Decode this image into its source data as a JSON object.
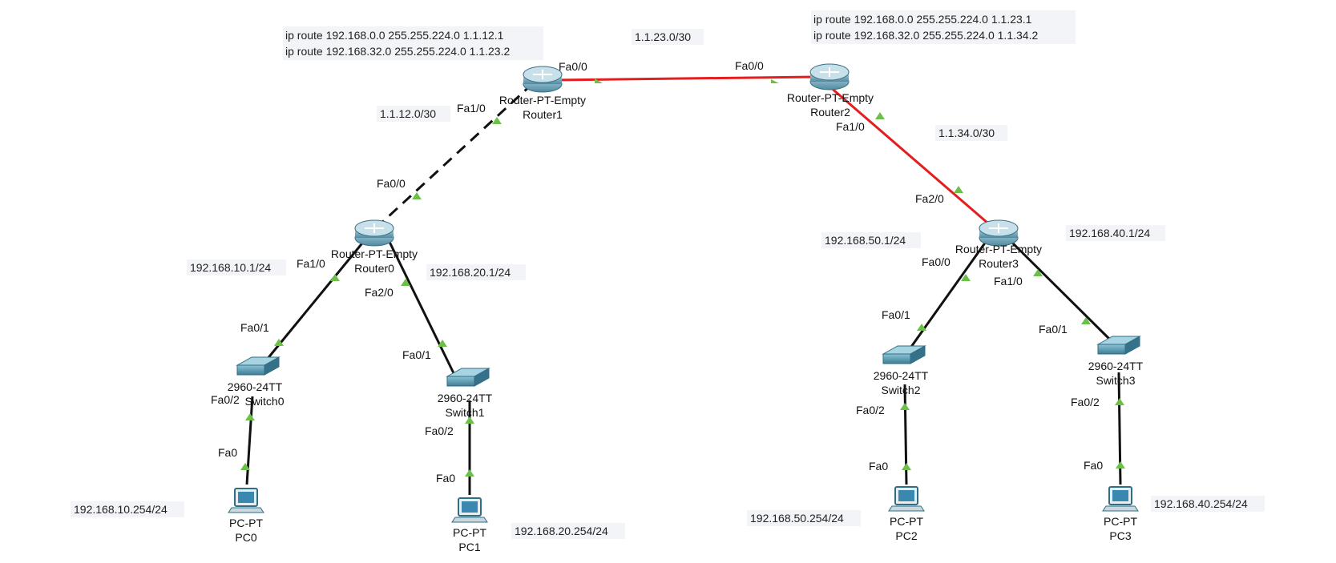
{
  "colors": {
    "copper": "#111111",
    "down": "#e41e1e",
    "port_ok": "#6cc04a",
    "router": "#5f9ab0",
    "switch": "#4b8ea6",
    "pc": "#3a88b0"
  },
  "route_notes": {
    "router1": [
      "ip route 192.168.0.0  255.255.224.0 1.1.12.1",
      "ip route 192.168.32.0  255.255.224.0 1.1.23.2"
    ],
    "router2": [
      "ip route 192.168.0.0  255.255.224.0 1.1.23.1",
      "ip route 192.168.32.0  255.255.224.0 1.1.34.2"
    ]
  },
  "networks": {
    "r1_r2": "1.1.23.0/30",
    "r1_r0": "1.1.12.0/30",
    "r2_r3": "1.1.34.0/30"
  },
  "gateways": {
    "r0_fa1": "192.168.10.1/24",
    "r0_fa2": "192.168.20.1/24",
    "r3_fa0": "192.168.50.1/24",
    "r3_fa1": "192.168.40.1/24"
  },
  "hosts": {
    "pc0": "192.168.10.254/24",
    "pc1": "192.168.20.254/24",
    "pc2": "192.168.50.254/24",
    "pc3": "192.168.40.254/24"
  },
  "devices": {
    "router0": {
      "model": "Router-PT-Empty",
      "name": "Router0"
    },
    "router1": {
      "model": "Router-PT-Empty",
      "name": "Router1"
    },
    "router2": {
      "model": "Router-PT-Empty",
      "name": "Router2"
    },
    "router3": {
      "model": "Router-PT-Empty",
      "name": "Router3"
    },
    "switch0": {
      "model": "2960-24TT",
      "name": "Switch0"
    },
    "switch1": {
      "model": "2960-24TT",
      "name": "Switch1"
    },
    "switch2": {
      "model": "2960-24TT",
      "name": "Switch2"
    },
    "switch3": {
      "model": "2960-24TT",
      "name": "Switch3"
    },
    "pc0": {
      "model": "PC-PT",
      "name": "PC0"
    },
    "pc1": {
      "model": "PC-PT",
      "name": "PC1"
    },
    "pc2": {
      "model": "PC-PT",
      "name": "PC2"
    },
    "pc3": {
      "model": "PC-PT",
      "name": "PC3"
    }
  },
  "ports": {
    "r1_fa00": "Fa0/0",
    "r2_fa00": "Fa0/0",
    "r1_fa10": "Fa1/0",
    "r0_fa00": "Fa0/0",
    "r2_fa10": "Fa1/0",
    "r3_fa20": "Fa2/0",
    "r0_fa10": "Fa1/0",
    "r0_fa20": "Fa2/0",
    "r3_fa00": "Fa0/0",
    "r3_fa10": "Fa1/0",
    "sw0_fa01": "Fa0/1",
    "sw0_fa02": "Fa0/2",
    "sw1_fa01": "Fa0/1",
    "sw1_fa02": "Fa0/2",
    "sw2_fa01": "Fa0/1",
    "sw2_fa02": "Fa0/2",
    "sw3_fa01": "Fa0/1",
    "sw3_fa02": "Fa0/2",
    "pc0_fa0": "Fa0",
    "pc1_fa0": "Fa0",
    "pc2_fa0": "Fa0",
    "pc3_fa0": "Fa0"
  }
}
